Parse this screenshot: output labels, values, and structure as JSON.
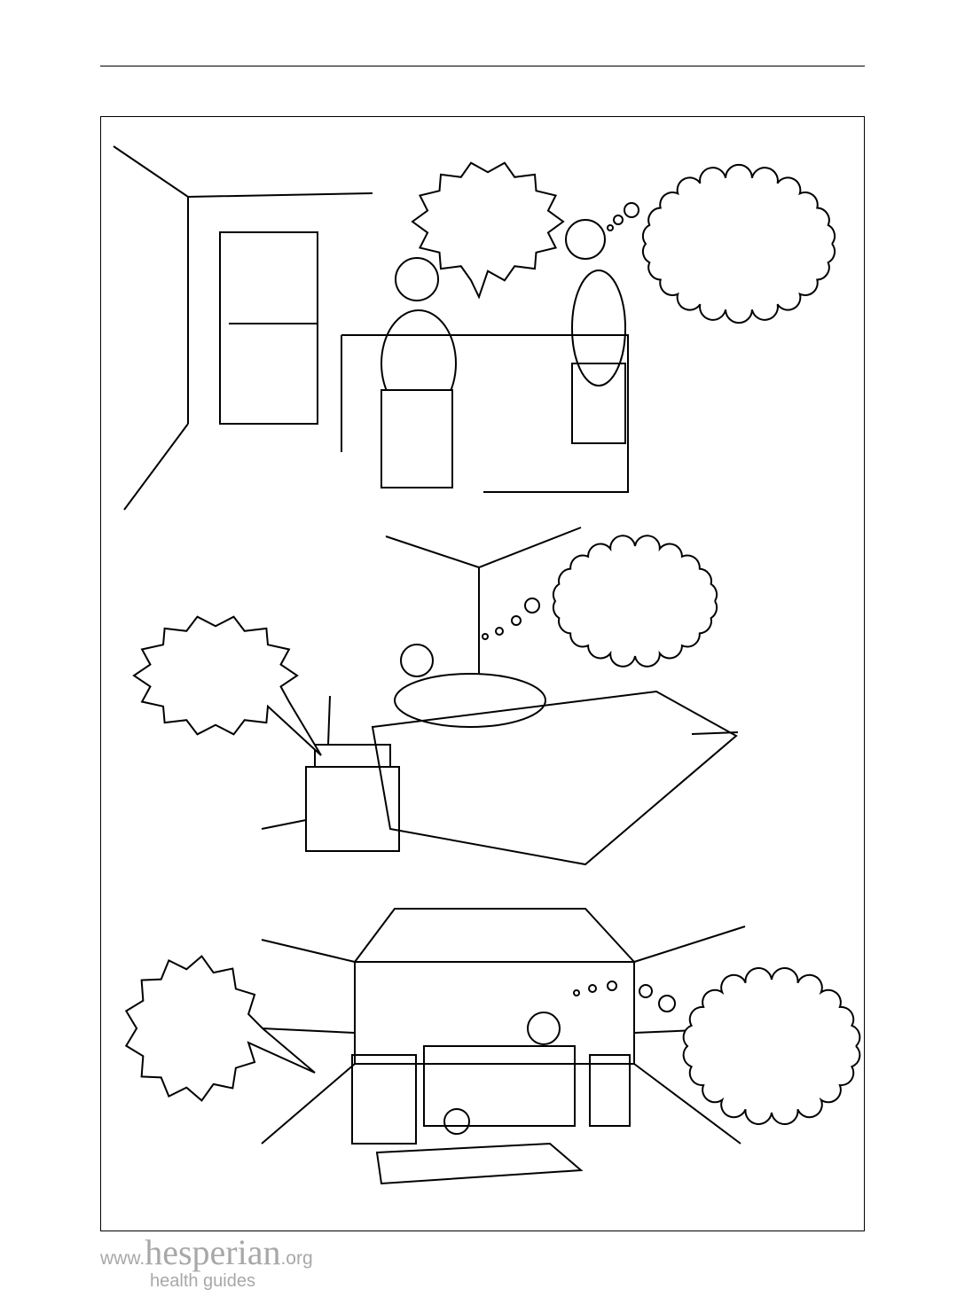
{
  "footer": {
    "logo_prefix": "www.",
    "logo_brand": "hesperian",
    "logo_suffix": ".org",
    "logo_tagline": "health guides"
  },
  "illustration": {
    "panels": 3,
    "speech_bubbles": 3,
    "thought_bubbles": 3
  }
}
